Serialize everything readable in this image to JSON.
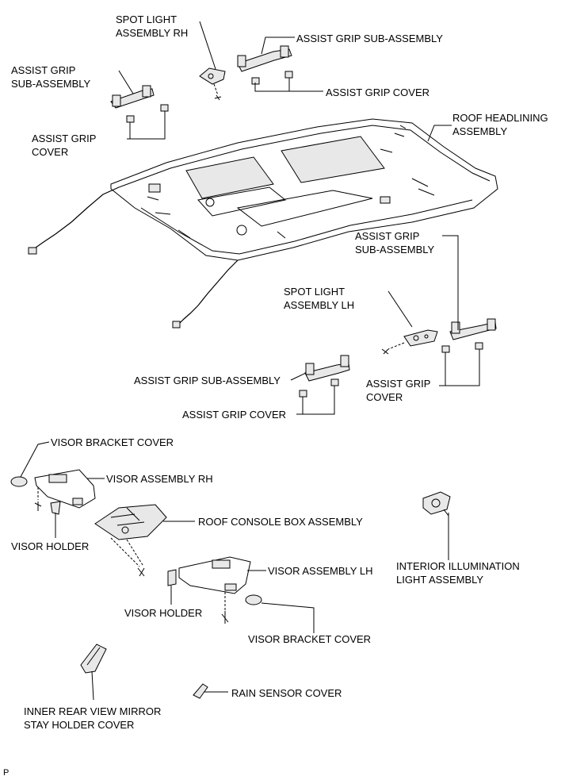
{
  "labels": {
    "spot_light_rh": "SPOT LIGHT\nASSEMBLY RH",
    "assist_grip_sub_top": "ASSIST GRIP SUB-ASSEMBLY",
    "assist_grip_cover_top": "ASSIST GRIP COVER",
    "assist_grip_sub_left": "ASSIST GRIP\nSUB-ASSEMBLY",
    "assist_grip_cover_left": "ASSIST GRIP\nCOVER",
    "roof_headlining": "ROOF HEADLINING\nASSEMBLY",
    "assist_grip_sub_right": "ASSIST GRIP\nSUB-ASSEMBLY",
    "spot_light_lh": "SPOT LIGHT\nASSEMBLY LH",
    "assist_grip_sub_mid": "ASSIST GRIP SUB-ASSEMBLY",
    "assist_grip_cover_right": "ASSIST GRIP\nCOVER",
    "assist_grip_cover_mid": "ASSIST GRIP COVER",
    "visor_bracket_cover_top": "VISOR BRACKET COVER",
    "visor_assembly_rh": "VISOR ASSEMBLY RH",
    "roof_console_box": "ROOF CONSOLE BOX ASSEMBLY",
    "visor_holder_left": "VISOR HOLDER",
    "visor_assembly_lh": "VISOR ASSEMBLY LH",
    "interior_illumination": "INTERIOR ILLUMINATION\nLIGHT ASSEMBLY",
    "visor_holder_mid": "VISOR HOLDER",
    "visor_bracket_cover_bottom": "VISOR BRACKET COVER",
    "inner_rear_view_mirror": "INNER REAR VIEW MIRROR\nSTAY HOLDER COVER",
    "rain_sensor_cover": "RAIN SENSOR COVER",
    "footer_mark": "P"
  }
}
